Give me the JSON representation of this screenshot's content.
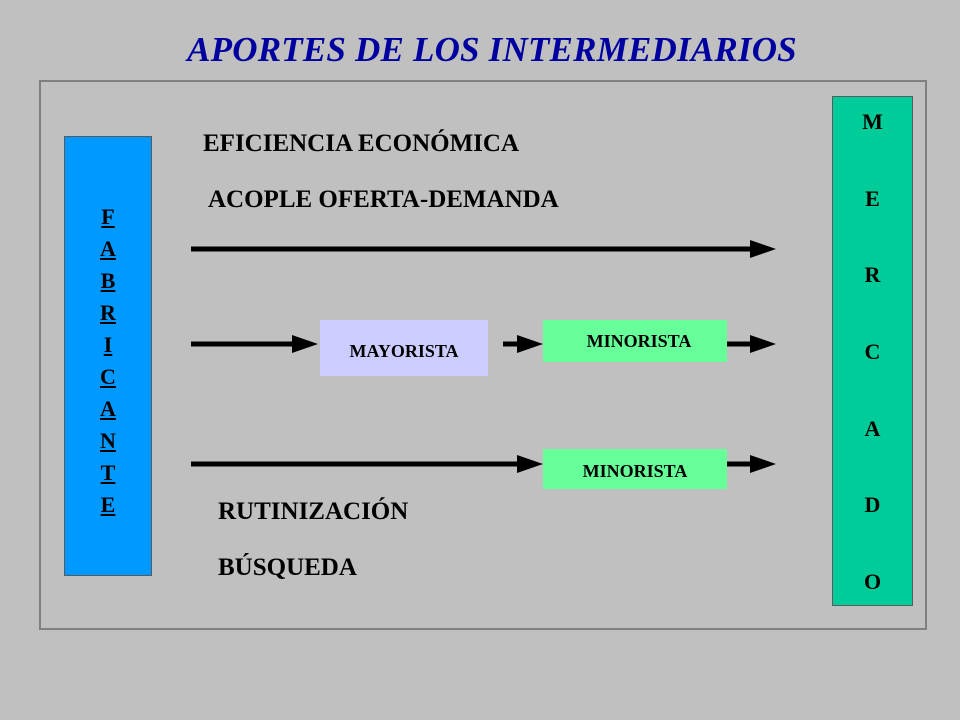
{
  "title": "APORTES DE LOS INTERMEDIARIOS",
  "fabricante": [
    "F",
    "A",
    "B",
    "R",
    "I",
    "C",
    "A",
    "N",
    "T",
    "E"
  ],
  "mercado": [
    "M",
    "E",
    "R",
    "C",
    "A",
    "D",
    "O"
  ],
  "labels": {
    "eficiencia": "EFICIENCIA  ECONÓMICA",
    "acople": "ACOPLE OFERTA-DEMANDA",
    "rutinizacion": "RUTINIZACIÓN",
    "busqueda": "BÚSQUEDA"
  },
  "boxes": {
    "mayorista": "MAYORISTA",
    "minorista_top": "MINORISTA",
    "minorista_bottom": "MINORISTA"
  },
  "colors": {
    "background": "#c0c0c0",
    "title": "#0000a0",
    "fabricante": "#0099ff",
    "mercado": "#00cc99",
    "mayorista": "#ccccff",
    "minorista": "#66ff99"
  }
}
